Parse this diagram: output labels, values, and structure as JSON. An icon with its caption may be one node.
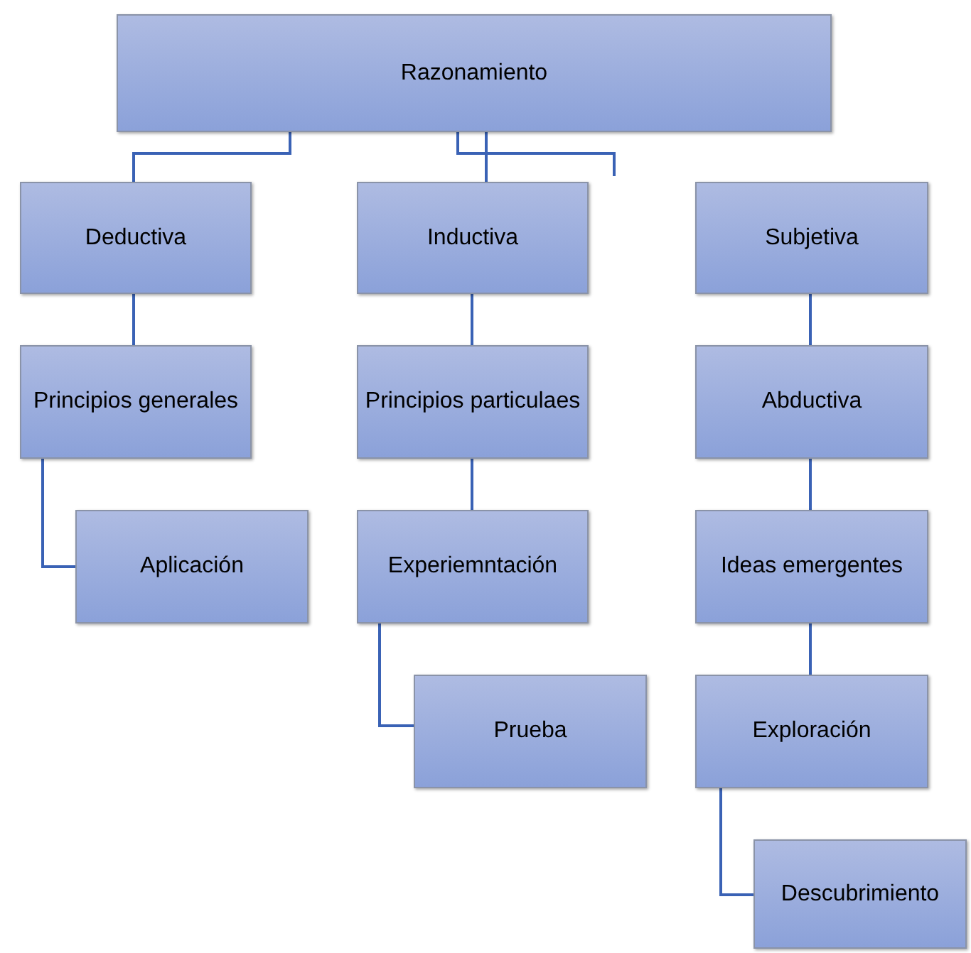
{
  "diagram": {
    "nodes": [
      {
        "text": [
          "Razonamiento"
        ]
      },
      {
        "text": [
          "Deductiva"
        ]
      },
      {
        "text": [
          "Inductiva"
        ]
      },
      {
        "text": [
          "Subjetiva"
        ]
      },
      {
        "text": [
          "Principios generales"
        ]
      },
      {
        "text": [
          "Principios particulaes"
        ]
      },
      {
        "text": [
          "Abductiva"
        ]
      },
      {
        "text": [
          "Aplicación"
        ]
      },
      {
        "text": [
          "Experiemntación"
        ]
      },
      {
        "text": [
          "Ideas emergentes"
        ]
      },
      {
        "text": [
          "Prueba"
        ]
      },
      {
        "text": [
          "Exploración"
        ]
      },
      {
        "text": [
          "Descubrimiento"
        ]
      }
    ],
    "edges": [
      {
        "from": 0,
        "to": 1,
        "arrow": "none"
      },
      {
        "from": 0,
        "to": 2,
        "arrow": "none"
      },
      {
        "from": 0,
        "to": null,
        "arrow": "none"
      },
      {
        "from": 1,
        "to": 4,
        "arrow": "none"
      },
      {
        "from": 4,
        "to": 7,
        "arrow": "none"
      },
      {
        "from": 2,
        "to": 5,
        "arrow": "none"
      },
      {
        "from": 5,
        "to": 8,
        "arrow": "none"
      },
      {
        "from": 8,
        "to": 10,
        "arrow": "none"
      },
      {
        "from": 3,
        "to": 6,
        "arrow": "none"
      },
      {
        "from": 6,
        "to": 9,
        "arrow": "none"
      },
      {
        "from": 9,
        "to": 11,
        "arrow": "none"
      },
      {
        "from": 11,
        "to": 12,
        "arrow": "none"
      }
    ]
  }
}
